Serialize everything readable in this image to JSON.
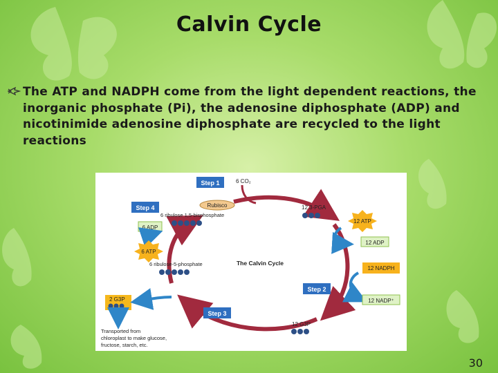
{
  "slide": {
    "title": "Calvin Cycle",
    "bullet_icon": "decorative-arrow-bullet-icon",
    "body": "The ATP and NADPH come from the light dependent reactions, the inorganic phosphate (Pi), the adenosine diphosphate (ADP) and nicotinimide adenosine diphosphate are recycled to the light reactions",
    "page_number": "30"
  },
  "diagram": {
    "center_label": "The Calvin Cycle",
    "step1": "Step 1",
    "step2": "Step 2",
    "step3": "Step 3",
    "step4": "Step 4",
    "co2": "6 CO₂",
    "rubisco": "Rubisco",
    "ribulose_bis": "6 ribulose 1,5-bisphosphate",
    "pga": "12 3-PGA",
    "atp12": "12 ATP",
    "adp12": "12 ADP",
    "nadph12": "12 NADPH",
    "nadp12": "12 NADP⁺",
    "g3p12": "12 G3P",
    "g3p2": "2 G3P",
    "ribulose_5p": "6 ribulose-5-phosphate",
    "atp6": "6 ATP",
    "adp6": "6 ADP",
    "transport_1": "Transported from",
    "transport_2": "chloroplast to make glucose,",
    "transport_3": "fructose, starch, etc."
  },
  "colors": {
    "step_box": "#2f6fc0",
    "cycle_arrow": "#a12a3e",
    "molecule_dot": "#2d4f86",
    "atp_star": "#f7b21d",
    "product_box_fill": "#dff2c6",
    "product_box_border": "#8fc24f",
    "g3p_box": "#f6b81c",
    "side_arrow": "#2f86c8"
  }
}
